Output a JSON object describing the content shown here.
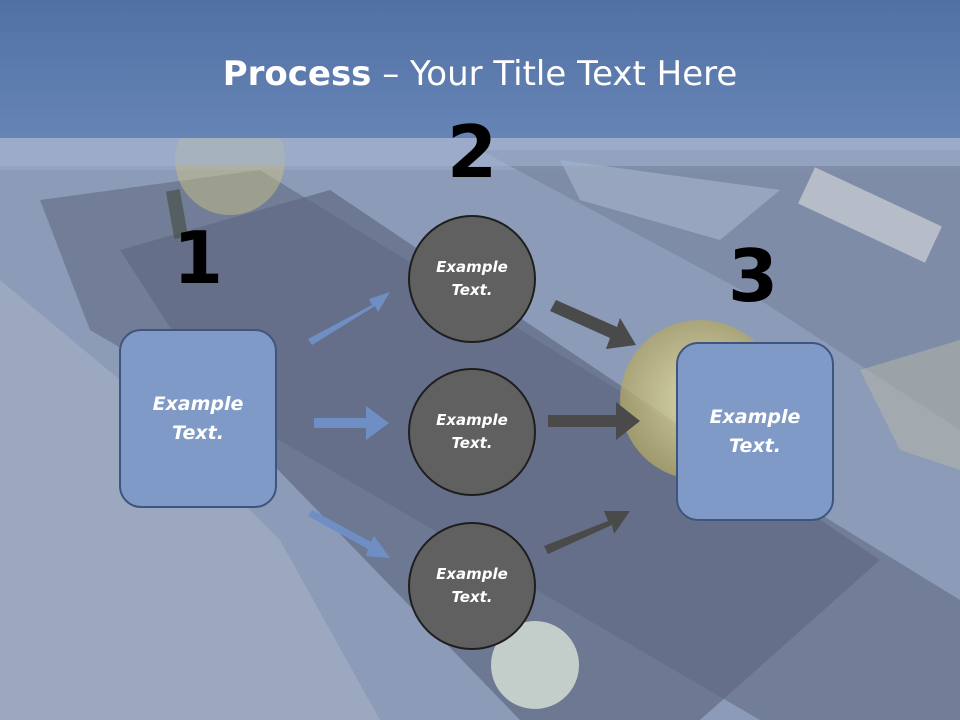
{
  "slide": {
    "title_bold": "Process",
    "title_rest": " – Your Title Text Here"
  },
  "steps": {
    "one": "1",
    "two": "2",
    "three": "3"
  },
  "boxes": {
    "left": "Example\nText.",
    "right": "Example\nText."
  },
  "circles": {
    "top": "Example\nText.",
    "middle": "Example\nText.",
    "bottom": "Example\nText."
  },
  "colors": {
    "header": "#5a79ac",
    "box_fill": "#7f9ac6",
    "circle_fill": "#606060",
    "arrow_blue": "#6f8fc4",
    "arrow_dark": "#4a4a4a"
  }
}
